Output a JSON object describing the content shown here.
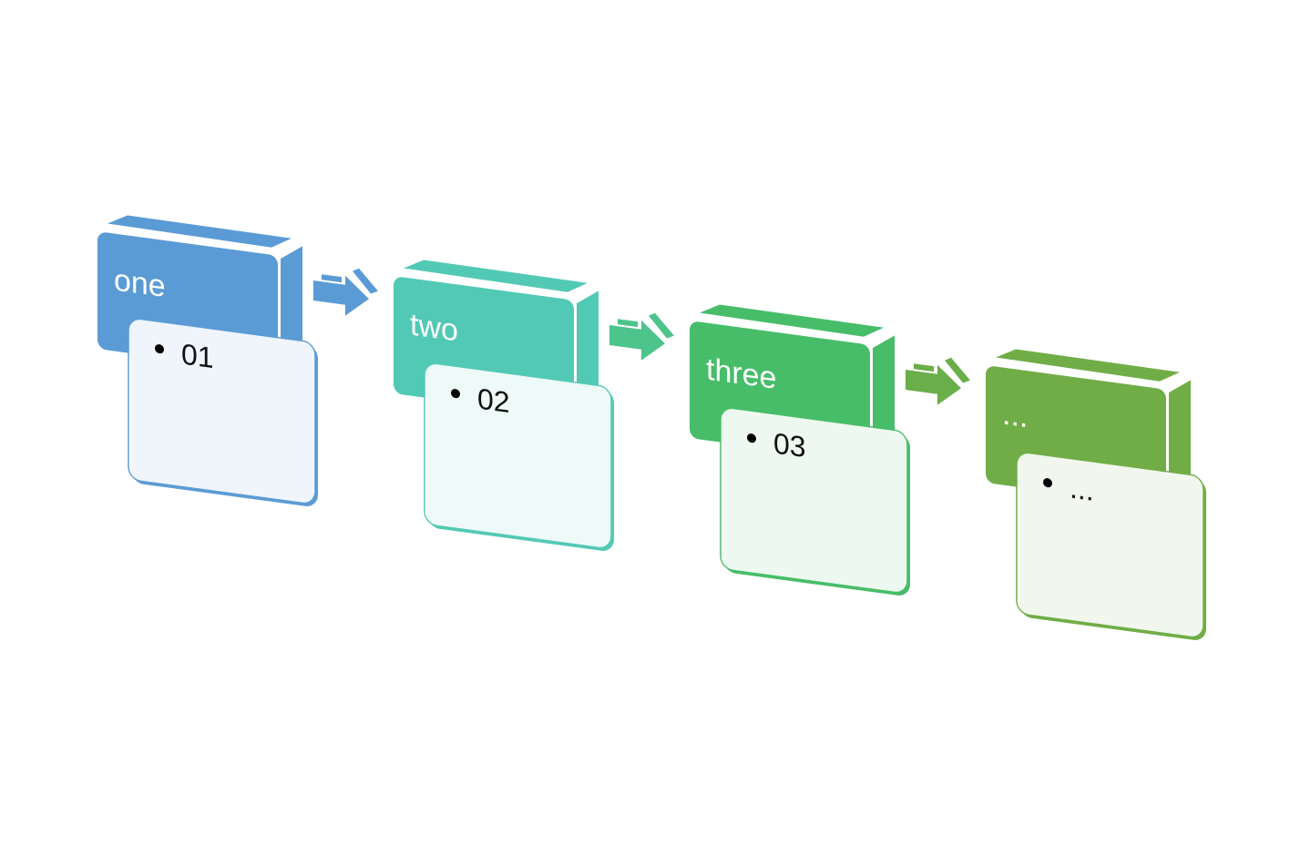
{
  "steps": [
    {
      "label": "one",
      "item": "01",
      "color": "#5b9bd5",
      "arrow_color": "#5b9bd5"
    },
    {
      "label": "two",
      "item": "02",
      "color": "#52c9b5",
      "arrow_color": "#4dc48c"
    },
    {
      "label": "three",
      "item": "03",
      "color": "#48bd69",
      "arrow_color": "#6aae4a"
    },
    {
      "label": "...",
      "item": "...",
      "color": "#70ad47",
      "arrow_color": null
    }
  ]
}
